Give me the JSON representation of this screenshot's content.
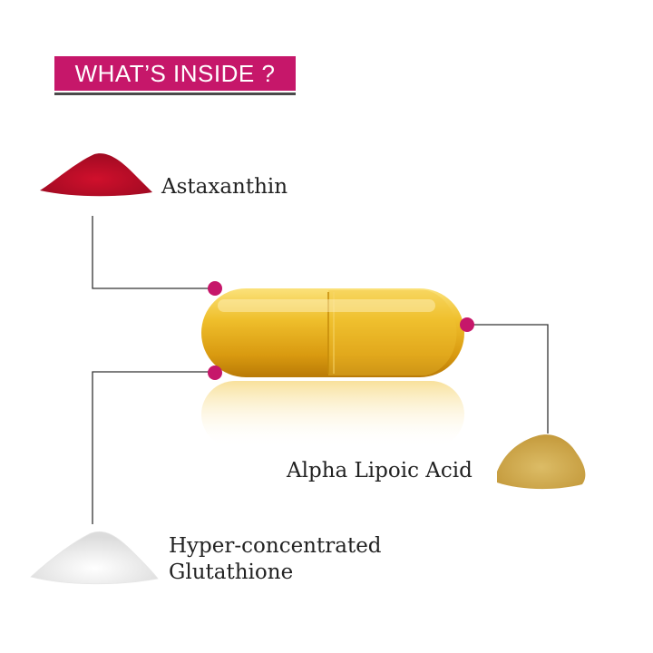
{
  "header": {
    "title": "WHAT’S INSIDE ?"
  },
  "ingredients": [
    {
      "name": "Astaxanthin",
      "powder_color": "#c8102e"
    },
    {
      "name": "Alpha Lipoic Acid",
      "powder_color": "#d4b25a"
    },
    {
      "name": "Hyper-concentrated",
      "name_line2": "Glutathione",
      "powder_color": "#efefef"
    }
  ],
  "colors": {
    "accent": "#c6176a",
    "capsule": "#e8b420",
    "line": "#333333"
  }
}
